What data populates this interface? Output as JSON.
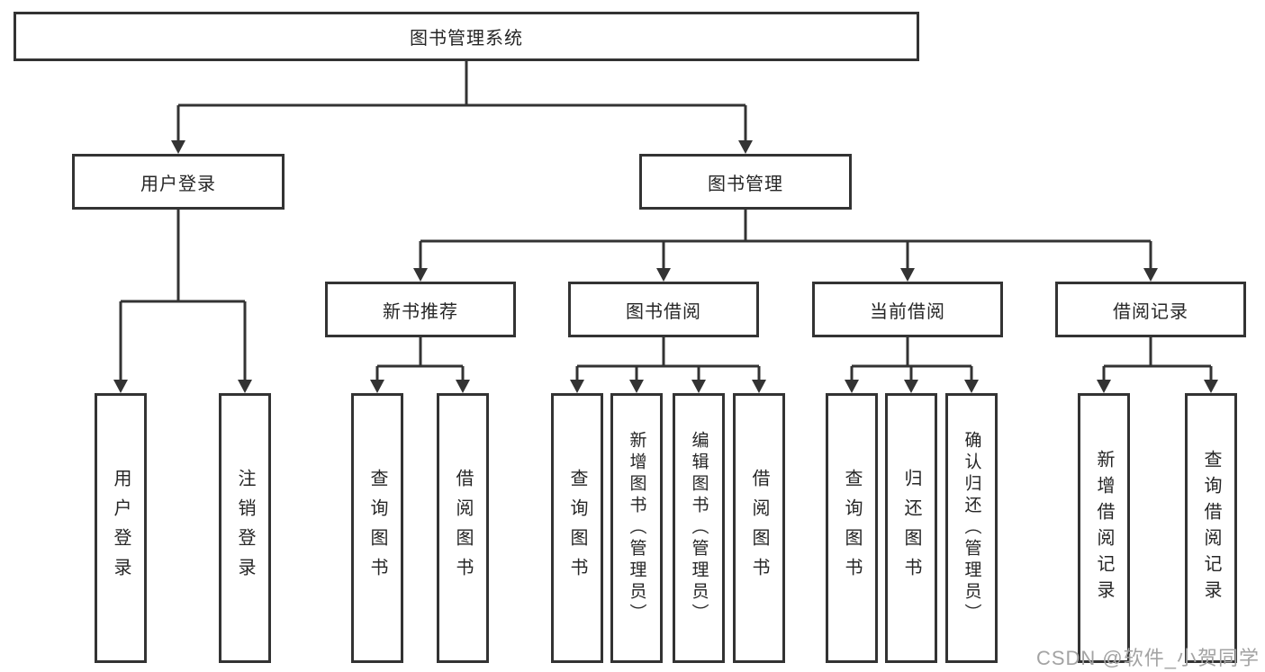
{
  "diagram": {
    "root": "图书管理系统",
    "level2": {
      "user_login": {
        "label": "用户登录",
        "children": [
          "用户登录",
          "注销登录"
        ]
      },
      "book_mgmt": {
        "label": "图书管理",
        "children": {
          "new_books": {
            "label": "新书推荐",
            "children": [
              "查询图书",
              "借阅图书"
            ]
          },
          "book_borrow": {
            "label": "图书借阅",
            "children": [
              "查询图书",
              "新增图书（管理员）",
              "编辑图书（管理员）",
              "借阅图书"
            ]
          },
          "current_borrow": {
            "label": "当前借阅",
            "children": [
              "查询图书",
              "归还图书",
              "确认归还（管理员）"
            ]
          },
          "borrow_records": {
            "label": "借阅记录",
            "children": [
              "新增借阅记录",
              "查询借阅记录"
            ]
          }
        }
      }
    }
  },
  "watermark": "CSDN @软件_小贺同学",
  "colors": {
    "line": "#333333",
    "box_border": "#333333",
    "box_background": "#ffffff",
    "text": "#262626",
    "watermark_text": "#a3a3a3",
    "page_background": "#ffffff"
  }
}
